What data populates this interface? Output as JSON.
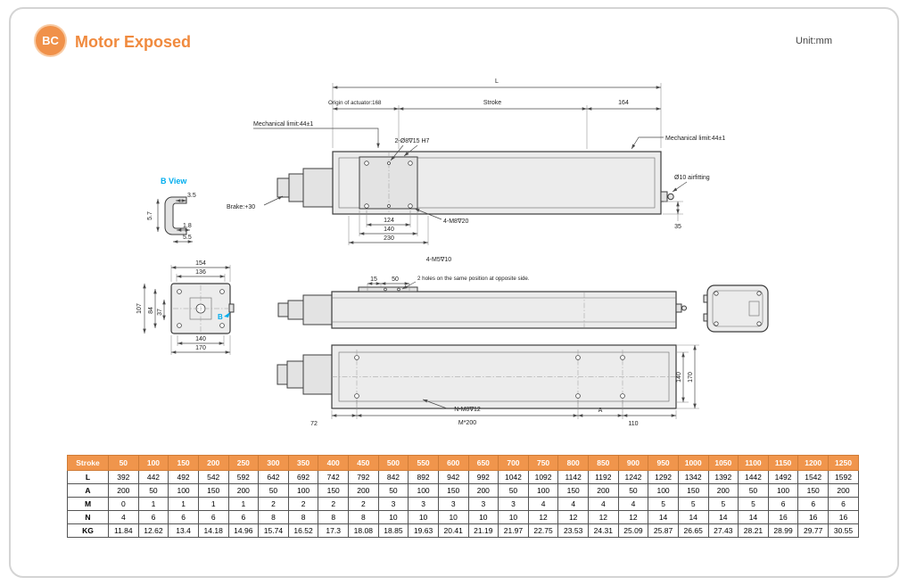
{
  "page": {
    "badge": "BC",
    "title": "Motor Exposed",
    "unit": "Unit:mm"
  },
  "colors": {
    "accent_orange": "#f0914a",
    "table_header_orange": "#f0954c",
    "detail_cyan": "#00adee"
  },
  "drawing": {
    "top": {
      "dim_L": "L",
      "origin": "Origin of actuator:168",
      "stroke": "Stroke",
      "d164": "164",
      "mech_left": "Mechanical limit:44±1",
      "mech_right": "Mechanical limit:44±1",
      "dowel": "2-Ø8∇15 H7",
      "brake": "Brake:+30",
      "airfitting": "Ø10 airfitting",
      "d35": "35",
      "d124": "124",
      "d140": "140",
      "d230": "230",
      "m8": "4-M8∇20",
      "m5": "4-M5∇10"
    },
    "bview": {
      "title": "B View",
      "d35": "3.5",
      "d57": "5.7",
      "d18": "1.8",
      "d55": "5.5"
    },
    "flange": {
      "d154": "154",
      "d136": "136",
      "d107": "107",
      "d84": "84",
      "d37": "37",
      "d140": "140",
      "d170": "170",
      "marker": "B"
    },
    "mid": {
      "d15": "15",
      "d50": "50",
      "note": "2 holes on the same position at opposite side."
    },
    "bottom": {
      "n_m8": "N-M8∇12",
      "m200": "M*200",
      "d72": "72",
      "dA": "A",
      "d110": "110",
      "d140": "140",
      "d170": "170"
    }
  },
  "table": {
    "header": [
      "Stroke",
      "50",
      "100",
      "150",
      "200",
      "250",
      "300",
      "350",
      "400",
      "450",
      "500",
      "550",
      "600",
      "650",
      "700",
      "750",
      "800",
      "850",
      "900",
      "950",
      "1000",
      "1050",
      "1100",
      "1150",
      "1200",
      "1250"
    ],
    "rows": [
      {
        "label": "L",
        "values": [
          "392",
          "442",
          "492",
          "542",
          "592",
          "642",
          "692",
          "742",
          "792",
          "842",
          "892",
          "942",
          "992",
          "1042",
          "1092",
          "1142",
          "1192",
          "1242",
          "1292",
          "1342",
          "1392",
          "1442",
          "1492",
          "1542",
          "1592"
        ]
      },
      {
        "label": "A",
        "values": [
          "200",
          "50",
          "100",
          "150",
          "200",
          "50",
          "100",
          "150",
          "200",
          "50",
          "100",
          "150",
          "200",
          "50",
          "100",
          "150",
          "200",
          "50",
          "100",
          "150",
          "200",
          "50",
          "100",
          "150",
          "200"
        ]
      },
      {
        "label": "M",
        "values": [
          "0",
          "1",
          "1",
          "1",
          "1",
          "2",
          "2",
          "2",
          "2",
          "3",
          "3",
          "3",
          "3",
          "3",
          "4",
          "4",
          "4",
          "4",
          "5",
          "5",
          "5",
          "5",
          "6",
          "6",
          "6"
        ]
      },
      {
        "label": "N",
        "values": [
          "4",
          "6",
          "6",
          "6",
          "6",
          "8",
          "8",
          "8",
          "8",
          "10",
          "10",
          "10",
          "10",
          "10",
          "12",
          "12",
          "12",
          "12",
          "14",
          "14",
          "14",
          "14",
          "16",
          "16",
          "16"
        ]
      },
      {
        "label": "KG",
        "values": [
          "11.84",
          "12.62",
          "13.4",
          "14.18",
          "14.96",
          "15.74",
          "16.52",
          "17.3",
          "18.08",
          "18.85",
          "19.63",
          "20.41",
          "21.19",
          "21.97",
          "22.75",
          "23.53",
          "24.31",
          "25.09",
          "25.87",
          "26.65",
          "27.43",
          "28.21",
          "28.99",
          "29.77",
          "30.55"
        ]
      }
    ]
  }
}
